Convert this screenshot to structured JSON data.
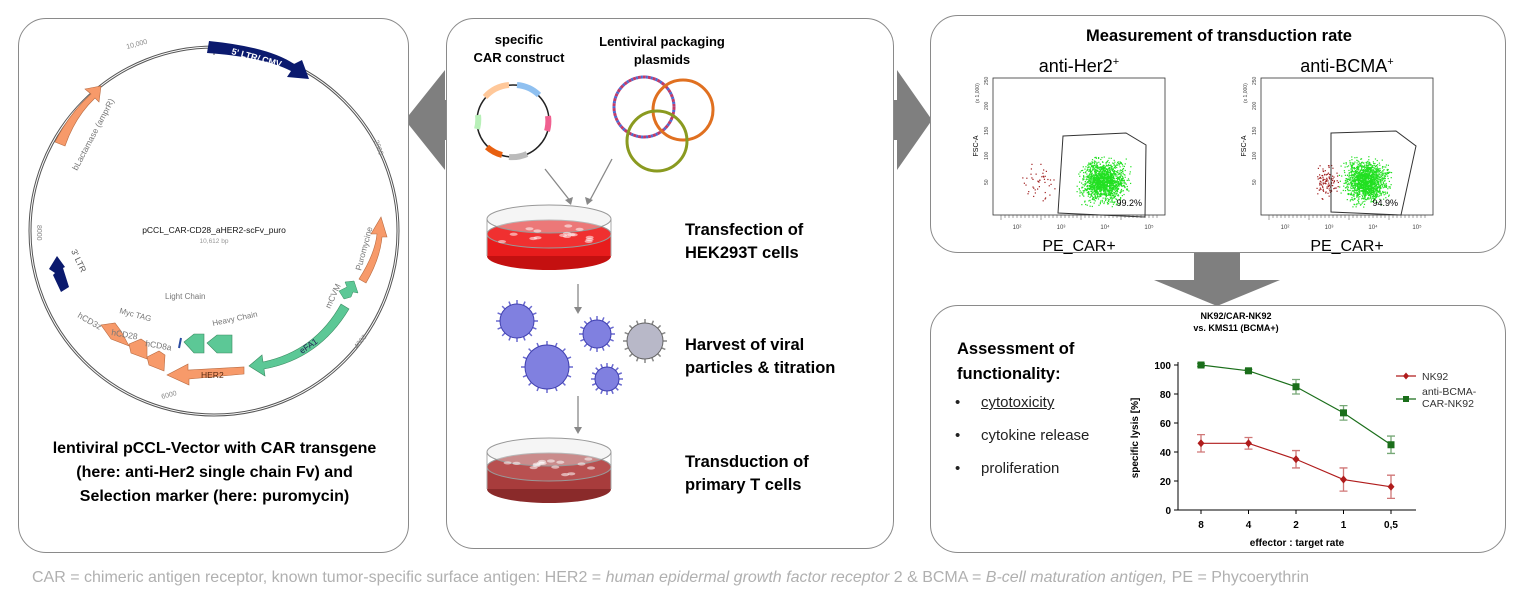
{
  "left_panel": {
    "plasmid_name": "pCCL_CAR-CD28_aHER2-scFv_puro",
    "plasmid_size": "10,612 bp",
    "ticks": [
      "10,000",
      "2000",
      "4000",
      "6000",
      "8000"
    ],
    "features": [
      "5' LTR/ CMV",
      "bLactamase (amprR)",
      "3' LTR",
      "Puromycine",
      "mCVM",
      "eFA1",
      "HER2",
      "hCD8a",
      "hCD28",
      "hCD3z",
      "Myc TAG",
      "Light Chain",
      "Heavy Chain"
    ],
    "caption_lines": [
      "lentiviral pCCL-Vector with CAR transgene",
      "(here: anti-Her2 single chain Fv) and",
      "Selection marker (here: puromycin)"
    ]
  },
  "middle_panel": {
    "car_construct_label": [
      "specific",
      "CAR construct"
    ],
    "packaging_label": [
      "Lentiviral packaging",
      "plasmids"
    ],
    "steps": [
      [
        "Transfection of",
        "HEK293T cells"
      ],
      [
        "Harvest of viral",
        "particles & titration"
      ],
      [
        "Transduction of",
        "primary T cells"
      ]
    ]
  },
  "measurement_panel": {
    "title": "Measurement of transduction rate",
    "plots": [
      {
        "title": "anti-Her2",
        "superscript": "+",
        "percent": "99.2%",
        "xlabel": "PE_CAR+",
        "ylabel": "FSC-A",
        "yunit": "(x 1,000)",
        "yticks": [
          "50",
          "100",
          "150",
          "200",
          "250"
        ],
        "xticks": [
          "10²",
          "10³",
          "10⁴",
          "10⁵"
        ]
      },
      {
        "title": "anti-BCMA",
        "superscript": "+",
        "percent": "94.9%",
        "xlabel": "PE_CAR+",
        "ylabel": "FSC-A",
        "yunit": "(x 1,000)",
        "yticks": [
          "50",
          "100",
          "150",
          "200",
          "250"
        ],
        "xticks": [
          "10²",
          "10³",
          "10⁴",
          "10⁵"
        ]
      }
    ]
  },
  "functionality_panel": {
    "heading": [
      "Assessment of",
      "functionality:"
    ],
    "bullets": [
      "cytotoxicity",
      "cytokine release",
      "proliferation"
    ]
  },
  "chart_data": {
    "type": "line",
    "title": [
      "NK92/CAR-NK92",
      "vs. KMS11 (BCMA+)"
    ],
    "xlabel": "effector : target rate",
    "ylabel": "specific lysis [%]",
    "categories": [
      "8",
      "4",
      "2",
      "1",
      "0,5"
    ],
    "ylim": [
      0,
      100
    ],
    "yticks": [
      "0",
      "20",
      "40",
      "60",
      "80",
      "100"
    ],
    "legend_position": "right",
    "series": [
      {
        "name": "NK92",
        "color": "#b01c1c",
        "marker": "diamond",
        "values": [
          46,
          46,
          35,
          21,
          16
        ],
        "errors": [
          6,
          4,
          6,
          8,
          8
        ]
      },
      {
        "name": "anti-BCMA-CAR-NK92",
        "legend_lines": [
          "anti-BCMA-",
          "CAR-NK92"
        ],
        "color": "#1a6e1a",
        "marker": "square",
        "values": [
          100,
          96,
          85,
          67,
          45
        ],
        "errors": [
          1,
          1,
          5,
          5,
          6
        ]
      }
    ]
  },
  "footer": {
    "p1": "CAR = chimeric antigen receptor, known tumor-specific surface antigen: HER2 = ",
    "i1": "human epidermal growth factor receptor",
    "p2": " 2 & BCMA = ",
    "i2": "B-cell maturation antigen,",
    "p3": " PE  = Phycoerythrin"
  },
  "colors": {
    "panel_border": "#8a8a8a",
    "arrow": "#7f7f7f",
    "feature_orange": "#f79a6a",
    "feature_green": "#5cc896",
    "feature_navy": "#0b1a6e",
    "dish_red": "#e81c1c",
    "dish_dark_red": "#a83c3c",
    "gate_green": "#22e022"
  }
}
